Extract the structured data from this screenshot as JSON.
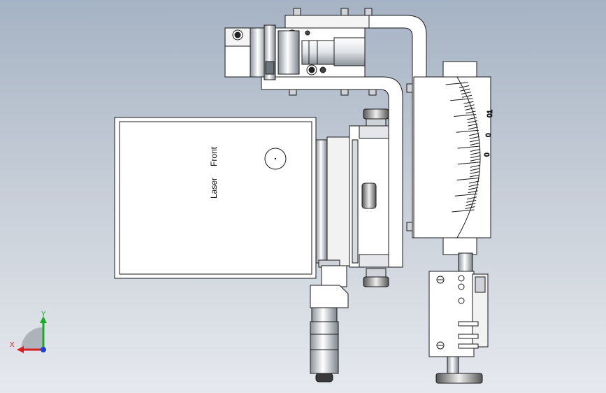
{
  "label_text": {
    "laser": "Laser",
    "front": "Front"
  },
  "scale_numbers": [
    "01",
    "0",
    "0"
  ],
  "triad": {
    "x_label": "X",
    "y_label": "Y",
    "x_color": "#d21f1f",
    "y_color": "#1fa82a",
    "z_color": "#1f3fd2"
  },
  "background": {
    "top": "#a6b3c4",
    "bottom": "#e6e9ee"
  },
  "part_colors": {
    "face": "#ffffff",
    "edge": "#1a1a1a",
    "shade": "#9aa0a8"
  }
}
